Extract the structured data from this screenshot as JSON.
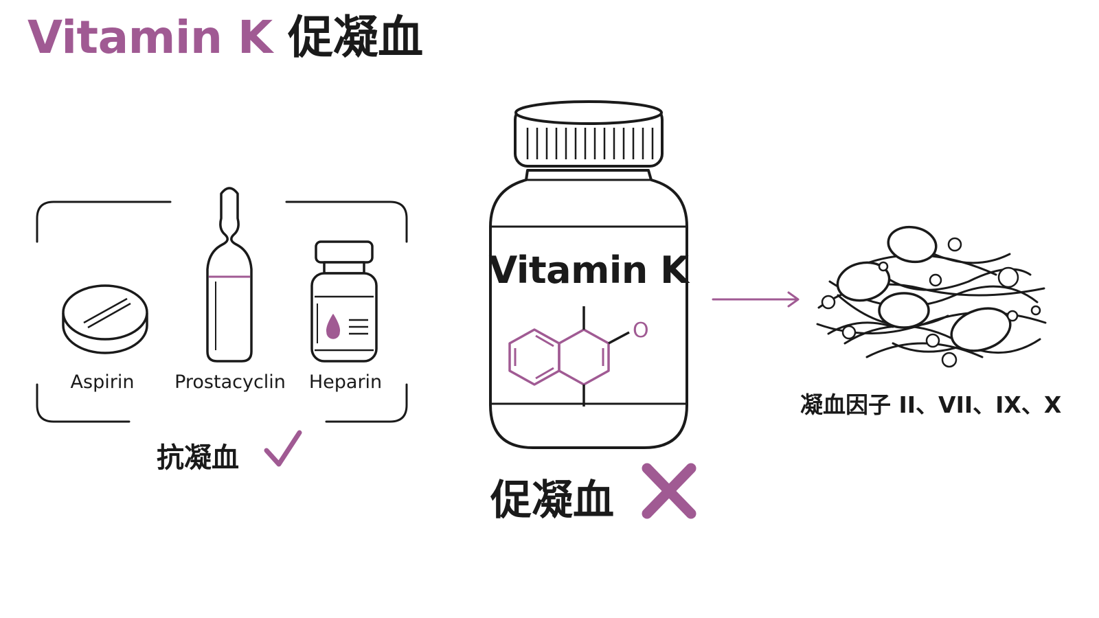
{
  "title": {
    "accent_text": "Vitamin K",
    "rest_text": " 促凝血"
  },
  "anticoagulants": {
    "items": [
      {
        "label": "Aspirin"
      },
      {
        "label": "Prostacyclin"
      },
      {
        "label": "Heparin"
      }
    ],
    "caption": "抗凝血"
  },
  "bottle": {
    "label": "Vitamin K",
    "molecule_atom": "O"
  },
  "procoagulant_caption": "促凝血",
  "factors_text": "凝血因子 II、VII、IX、X",
  "colors": {
    "accent": "#a05a93",
    "ink": "#1a1a1a"
  }
}
